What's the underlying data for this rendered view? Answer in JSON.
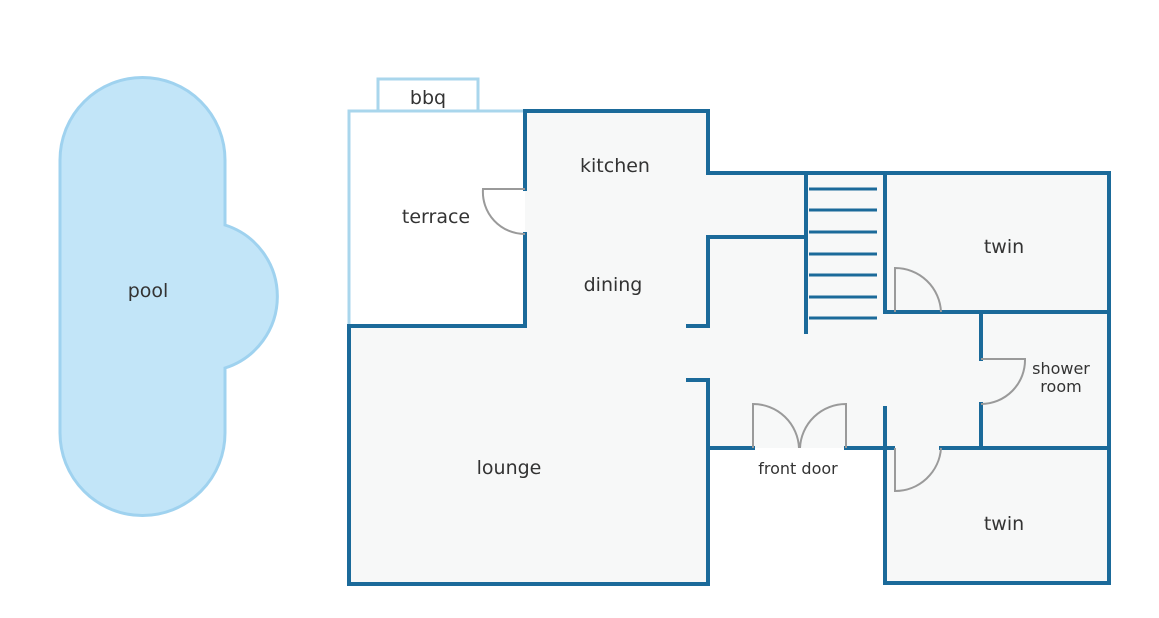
{
  "colors": {
    "wall": "#1b6a9a",
    "light_wall": "#a9d6ec",
    "pool_fill": "#c2e5f8",
    "pool_stroke": "#9fd2ef",
    "floor": "#f7f8f8",
    "door": "#9a9a9a",
    "text": "#333333"
  },
  "labels": {
    "pool": "pool",
    "bbq": "bbq",
    "terrace": "terrace",
    "kitchen": "kitchen",
    "dining": "dining",
    "lounge": "lounge",
    "twin_top": "twin",
    "twin_bottom": "twin",
    "shower_line1": "shower",
    "shower_line2": "room",
    "front_door": "front door"
  }
}
